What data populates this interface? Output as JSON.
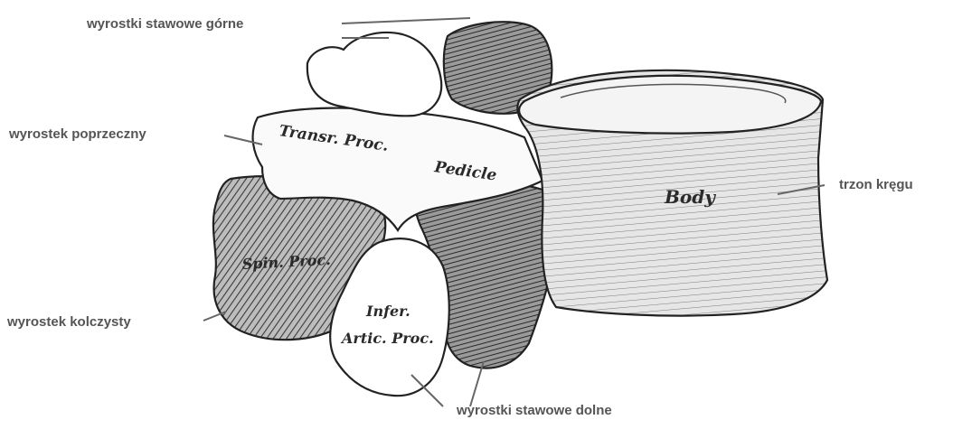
{
  "callouts": {
    "superior_articular": "wyrostki stawowe górne",
    "transverse_process": "wyrostek poprzeczny",
    "body": "trzon kręgu",
    "spinous_process": "wyrostek kolczysty",
    "inferior_articular": "wyrostki stawowe dolne"
  },
  "inner_labels": {
    "transverse": "Transr. Proc.",
    "pedicle": "Pedicle",
    "body": "Body",
    "spinous": "Spin. Proc.",
    "inferior_line1": "Infer.",
    "inferior_line2": "Artic. Proc."
  }
}
